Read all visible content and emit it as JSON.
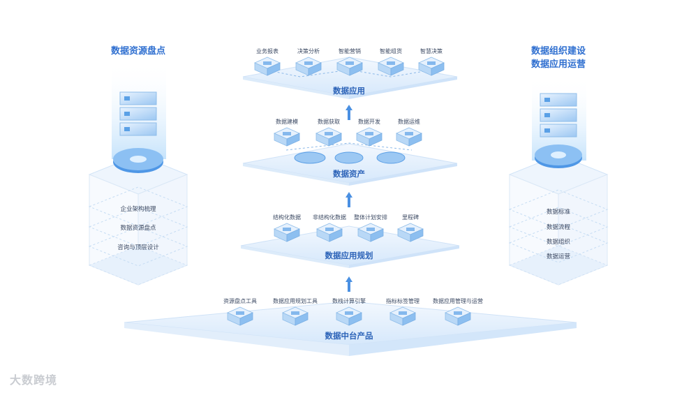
{
  "colors": {
    "accent": "#2f6fd0",
    "plane_light": "#e8f2fd",
    "plane_mid": "#cfe3fa",
    "arrow": "#4a90e2"
  },
  "left_column": {
    "title": "数据资源盘点",
    "items": [
      "企业架构梳理",
      "数据资源盘点",
      "咨询与顶层设计"
    ],
    "icon": "server-gear-icon"
  },
  "right_column": {
    "title_line1": "数据组织建设",
    "title_line2": "数据应用运营",
    "items": [
      "数据标准",
      "数据流程",
      "数据组织",
      "数据运营"
    ],
    "icon": "server-gear-icon"
  },
  "layers": {
    "app": {
      "label": "数据应用",
      "items": [
        "业务报表",
        "决策分析",
        "智能营销",
        "智能组货",
        "智慧决策"
      ]
    },
    "assets": {
      "label": "数据资产",
      "items": [
        "数据建模",
        "数据获取",
        "数据开发",
        "数据运维"
      ]
    },
    "plan": {
      "label": "数据应用规划",
      "items": [
        "结构化数据",
        "非结构化数据",
        "整体计划安排",
        "里程碑"
      ]
    },
    "platform": {
      "label": "数据中台产品",
      "items": [
        "资源盘点工具",
        "数据应用规划工具",
        "数栈计算引擎",
        "指标标签管理",
        "数据应用管理与运营"
      ]
    }
  },
  "watermark": "大数跨境"
}
